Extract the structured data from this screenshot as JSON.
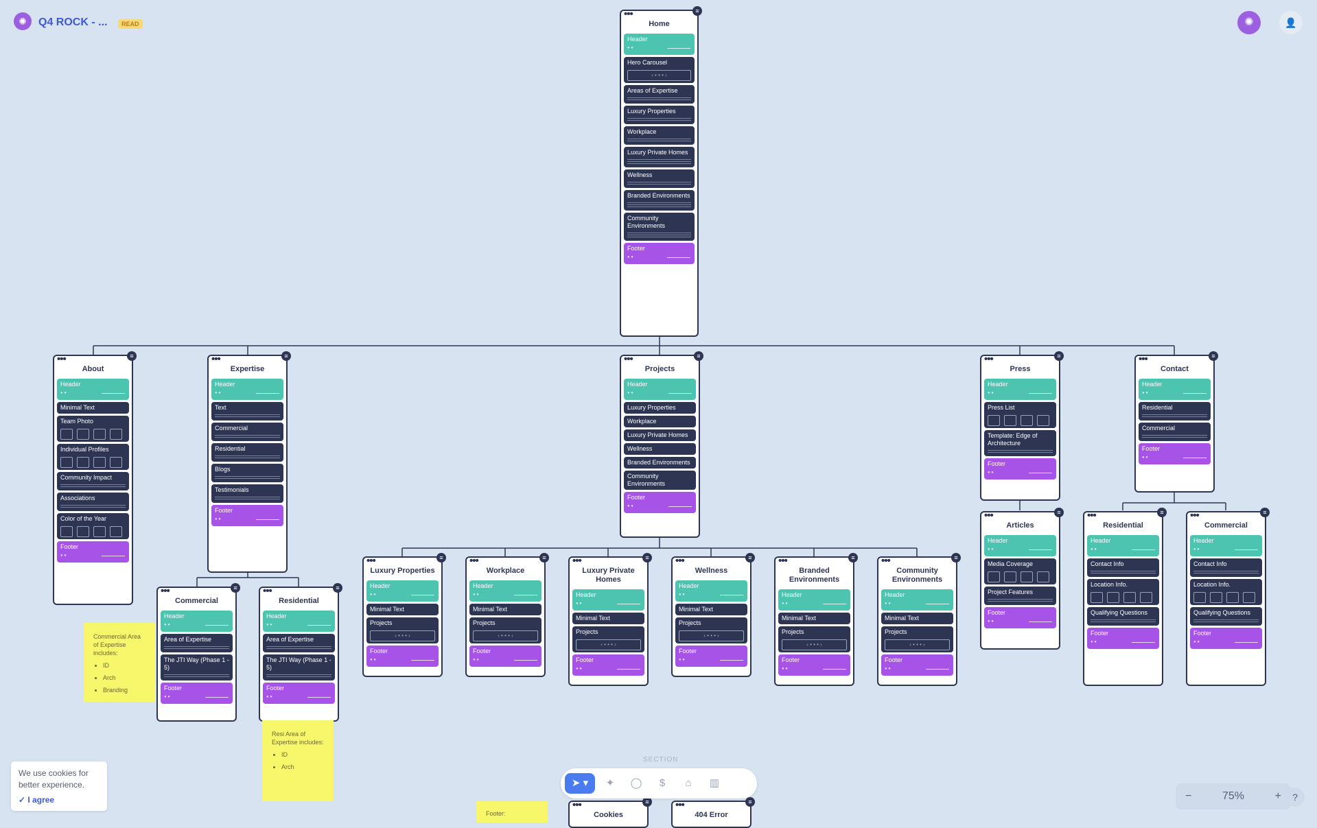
{
  "app": {
    "title": "Q4 ROCK - ...",
    "badge": "READ"
  },
  "cards": {
    "home": {
      "title": "Home",
      "blocks": [
        "Header",
        "Hero Carousel",
        "Areas of Expertise",
        "Luxury Properties",
        "Workplace",
        "Luxury Private Homes",
        "Wellness",
        "Branded Environments",
        "Community Environments",
        "Footer"
      ]
    },
    "about": {
      "title": "About",
      "blocks": [
        "Header",
        "Minimal Text",
        "Team Photo",
        "Individual Profiles",
        "Community Impact",
        "Associations",
        "Color of the Year",
        "Footer"
      ]
    },
    "expertise": {
      "title": "Expertise",
      "blocks": [
        "Header",
        "Text",
        "Commercial",
        "Residential",
        "Blogs",
        "Testimonials",
        "Footer"
      ]
    },
    "projects": {
      "title": "Projects",
      "blocks": [
        "Header",
        "Luxury Properties",
        "Workplace",
        "Luxury Private Homes",
        "Wellness",
        "Branded Environments",
        "Community Environments",
        "Footer"
      ]
    },
    "press": {
      "title": "Press",
      "blocks": [
        "Header",
        "Press List",
        "Template: Edge of Architecture",
        "Footer"
      ]
    },
    "contact": {
      "title": "Contact",
      "blocks": [
        "Header",
        "Residential",
        "Commercial",
        "Footer"
      ]
    },
    "exp_commercial": {
      "title": "Commercial",
      "blocks": [
        "Header",
        "Area of Expertise",
        "The JTI Way (Phase 1 - 5)",
        "Footer"
      ]
    },
    "exp_residential": {
      "title": "Residential",
      "blocks": [
        "Header",
        "Area of Expertise",
        "The JTI Way (Phase 1 - 5)",
        "Footer"
      ]
    },
    "proj_lux": {
      "title": "Luxury Properties",
      "blocks": [
        "Header",
        "Minimal Text",
        "Projects",
        "Footer"
      ]
    },
    "proj_work": {
      "title": "Workplace",
      "blocks": [
        "Header",
        "Minimal Text",
        "Projects",
        "Footer"
      ]
    },
    "proj_lph": {
      "title": "Luxury Private Homes",
      "blocks": [
        "Header",
        "Minimal Text",
        "Projects",
        "Footer"
      ]
    },
    "proj_well": {
      "title": "Wellness",
      "blocks": [
        "Header",
        "Minimal Text",
        "Projects",
        "Footer"
      ]
    },
    "proj_brand": {
      "title": "Branded Environments",
      "blocks": [
        "Header",
        "Minimal Text",
        "Projects",
        "Footer"
      ]
    },
    "proj_comm": {
      "title": "Community Environments",
      "blocks": [
        "Header",
        "Minimal Text",
        "Projects",
        "Footer"
      ]
    },
    "articles": {
      "title": "Articles",
      "blocks": [
        "Header",
        "Media Coverage",
        "Project Features",
        "Footer"
      ]
    },
    "contact_res": {
      "title": "Residential",
      "blocks": [
        "Header",
        "Contact Info",
        "Location Info.",
        "Qualifying Questions",
        "Footer"
      ]
    },
    "contact_com": {
      "title": "Commercial",
      "blocks": [
        "Header",
        "Contact Info",
        "Location Info.",
        "Qualifying Questions",
        "Footer"
      ]
    },
    "cookies": {
      "title": "Cookies",
      "blocks": []
    },
    "error404": {
      "title": "404 Error",
      "blocks": []
    }
  },
  "stickies": {
    "commercial": {
      "text": "Commercial Area of Expertise includes:",
      "items": [
        "ID",
        "Arch",
        "Branding"
      ]
    },
    "residential": {
      "text": "Resi Area of Expertise includes:",
      "items": [
        "ID",
        "Arch"
      ]
    },
    "footer": {
      "text": "Footer:",
      "items": []
    }
  },
  "cookie_banner": {
    "text": "We use cookies for better experience.",
    "agree": "I agree"
  },
  "toolbar": {
    "section_label": "SECTION",
    "zoom": "75%"
  },
  "icons": [
    "octopus-logo-icon",
    "user-icon",
    "cursor-icon",
    "sparkle-icon",
    "comment-icon",
    "dollar-icon",
    "tag-icon",
    "chart-icon",
    "check-circle-icon",
    "minus-icon",
    "plus-icon",
    "help-icon"
  ]
}
